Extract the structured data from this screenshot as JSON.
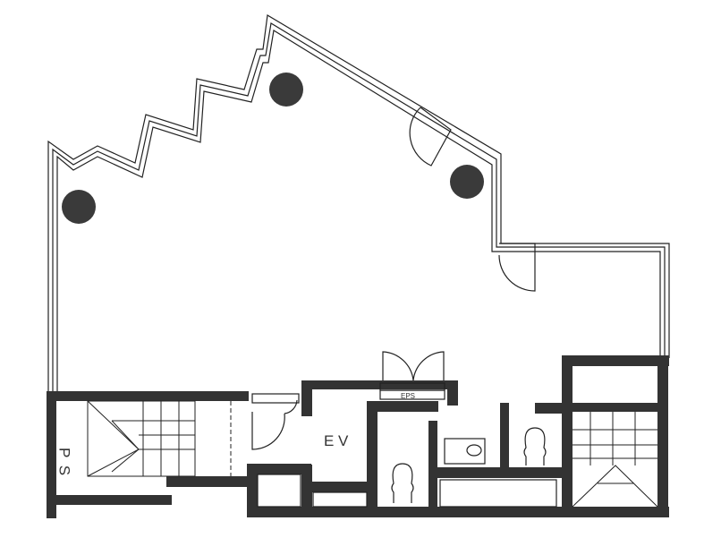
{
  "floor_plan": {
    "labels": {
      "ps": "P S",
      "ev": "E V",
      "eps": "EPS"
    },
    "colors": {
      "wall": "#333333",
      "column": "#3a3a3a",
      "line": "#222222"
    }
  }
}
